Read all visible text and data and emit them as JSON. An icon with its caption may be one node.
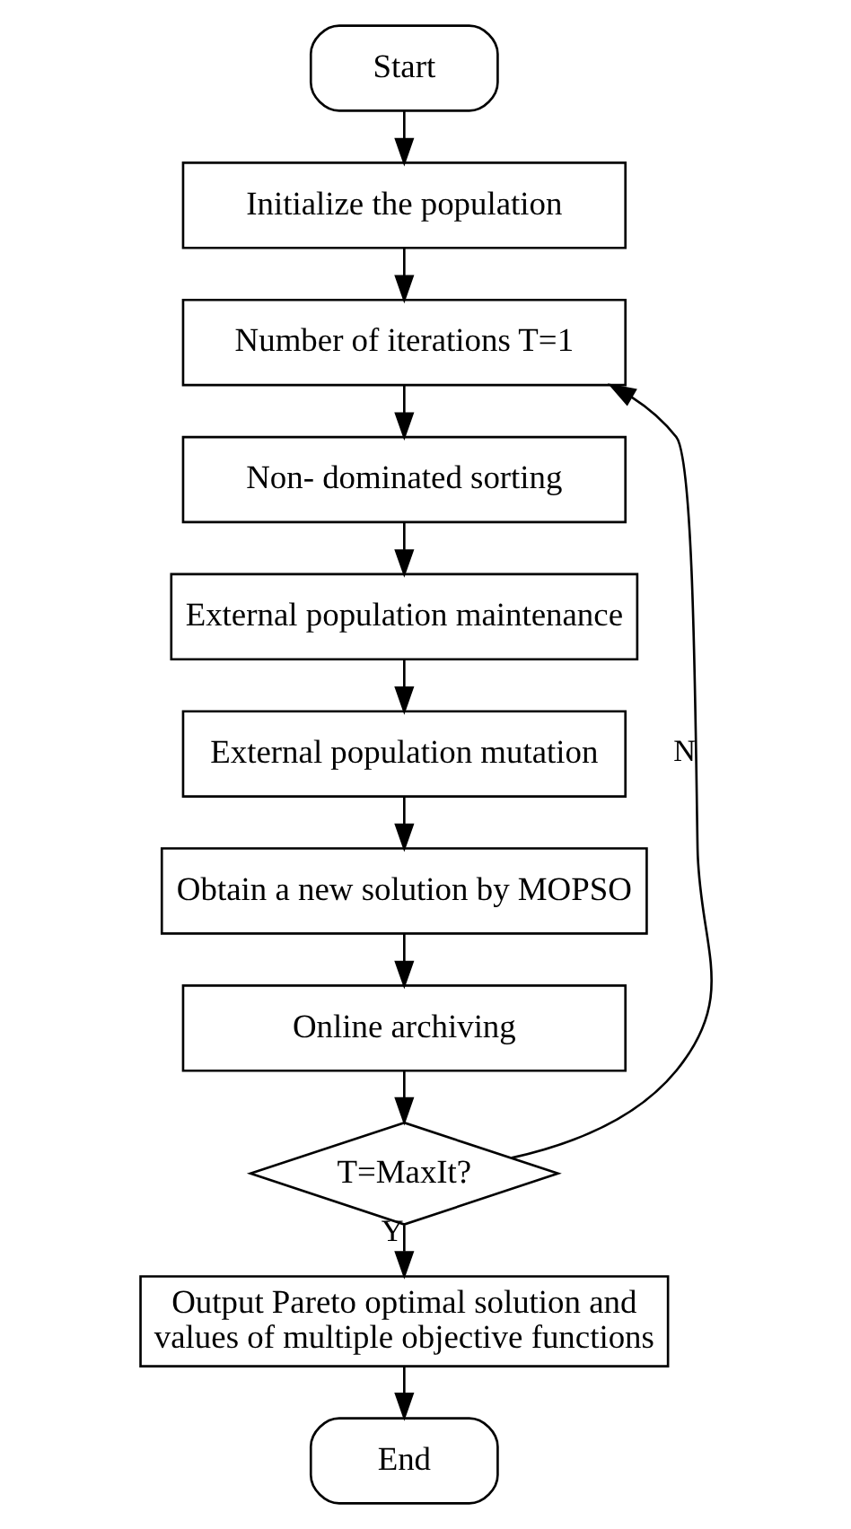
{
  "diagram": {
    "nodes": [
      {
        "text": [
          "Start"
        ]
      },
      {
        "text": [
          "Initialize the population"
        ]
      },
      {
        "text": [
          "Number of iterations T=1"
        ]
      },
      {
        "text": [
          "Non- dominated sorting"
        ]
      },
      {
        "text": [
          "External population maintenance"
        ]
      },
      {
        "text": [
          "External population mutation"
        ]
      },
      {
        "text": [
          "Obtain a new solution by MOPSO"
        ]
      },
      {
        "text": [
          "Online archiving"
        ]
      },
      {
        "text": [
          "T=MaxIt?"
        ]
      },
      {
        "text": [
          "Output Pareto optimal solution and values of multiple objective functions"
        ]
      },
      {
        "text": [
          "End"
        ]
      }
    ],
    "edges": [
      {
        "from": 0,
        "to": 1,
        "arrow": "to"
      },
      {
        "from": 1,
        "to": 2,
        "arrow": "to"
      },
      {
        "from": 2,
        "to": 3,
        "arrow": "to"
      },
      {
        "from": 3,
        "to": 4,
        "arrow": "to"
      },
      {
        "from": 4,
        "to": 5,
        "arrow": "to"
      },
      {
        "from": 5,
        "to": 6,
        "arrow": "to"
      },
      {
        "from": 6,
        "to": 7,
        "arrow": "to"
      },
      {
        "from": 7,
        "to": 8,
        "arrow": "to"
      },
      {
        "from": 8,
        "to": 2,
        "arrow": "to",
        "label": "N"
      },
      {
        "from": 8,
        "to": 9,
        "arrow": "to",
        "label": "Y"
      },
      {
        "from": 9,
        "to": 10,
        "arrow": "to"
      }
    ]
  }
}
